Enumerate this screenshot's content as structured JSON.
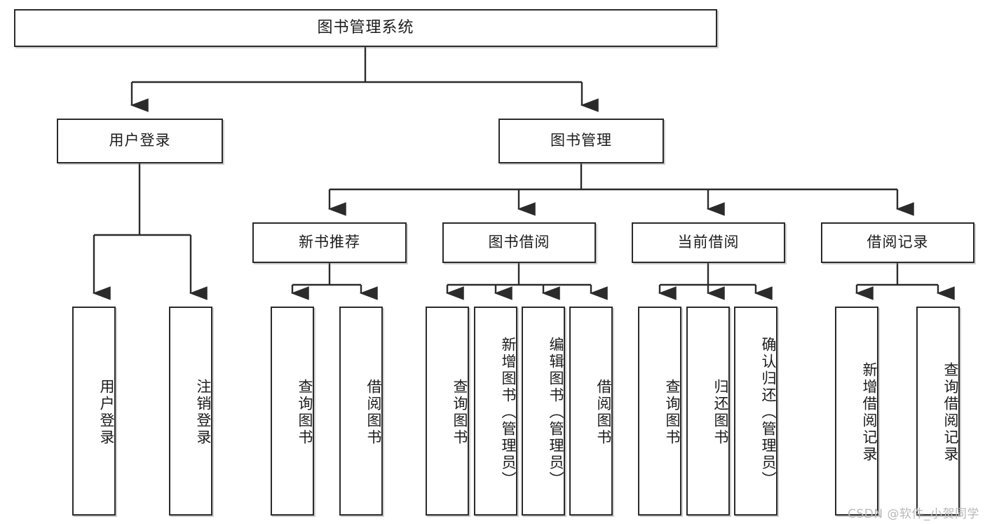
{
  "diagram": {
    "title_text": "图书管理系统",
    "watermark": "CSDN @软件_小贺同学",
    "line_color": "#2b2b2b",
    "box_border_color": "#2b2b2b",
    "box_fill_color": "#ffffff",
    "text_color": "#1c1c1c",
    "watermark_color": "#b9b9b9"
  },
  "nodes": {
    "root": {
      "label": "图书管理系统"
    },
    "level2": [
      {
        "label": "用户登录"
      },
      {
        "label": "图书管理"
      }
    ],
    "level3": [
      {
        "label": "新书推荐"
      },
      {
        "label": "图书借阅"
      },
      {
        "label": "当前借阅"
      },
      {
        "label": "借阅记录"
      }
    ],
    "leaves": {
      "user_login": [
        {
          "label": "用户登录"
        },
        {
          "label": "注销登录"
        }
      ],
      "new_book_recommend": [
        {
          "label": "查询图书"
        },
        {
          "label": "借阅图书"
        }
      ],
      "book_borrow": [
        {
          "label": "查询图书"
        },
        {
          "label": "新增图书（管理员）"
        },
        {
          "label": "编辑图书（管理员）"
        },
        {
          "label": "借阅图书"
        }
      ],
      "current_borrow": [
        {
          "label": "查询图书"
        },
        {
          "label": "归还图书"
        },
        {
          "label": "确认归还（管理员）"
        }
      ],
      "borrow_record": [
        {
          "label": "新增借阅记录"
        },
        {
          "label": "查询借阅记录"
        }
      ]
    }
  }
}
